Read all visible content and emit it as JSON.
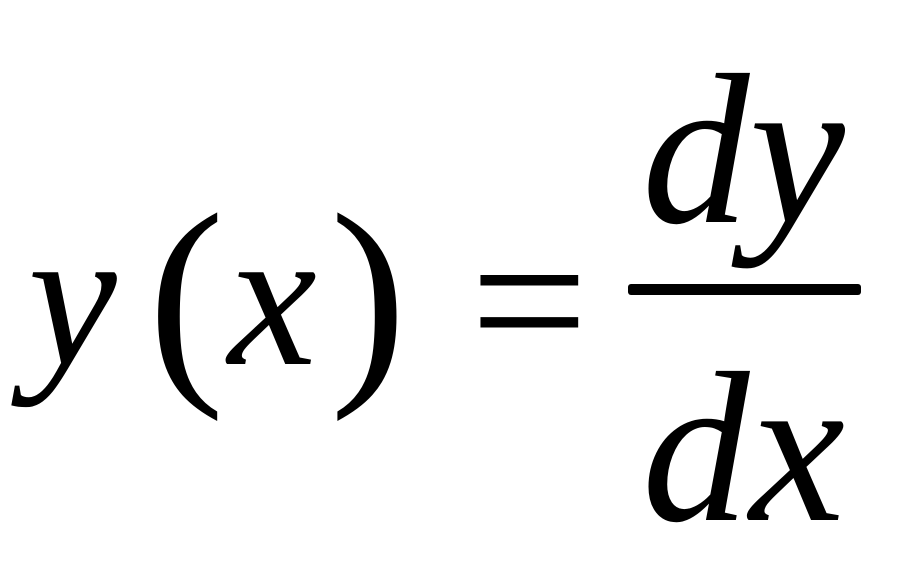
{
  "formula": {
    "lhs_function": "y",
    "lhs_open_paren": "(",
    "lhs_variable": "x",
    "lhs_close_paren": ")",
    "equals_sign": "=",
    "numerator": "dy",
    "denominator": "dx"
  }
}
